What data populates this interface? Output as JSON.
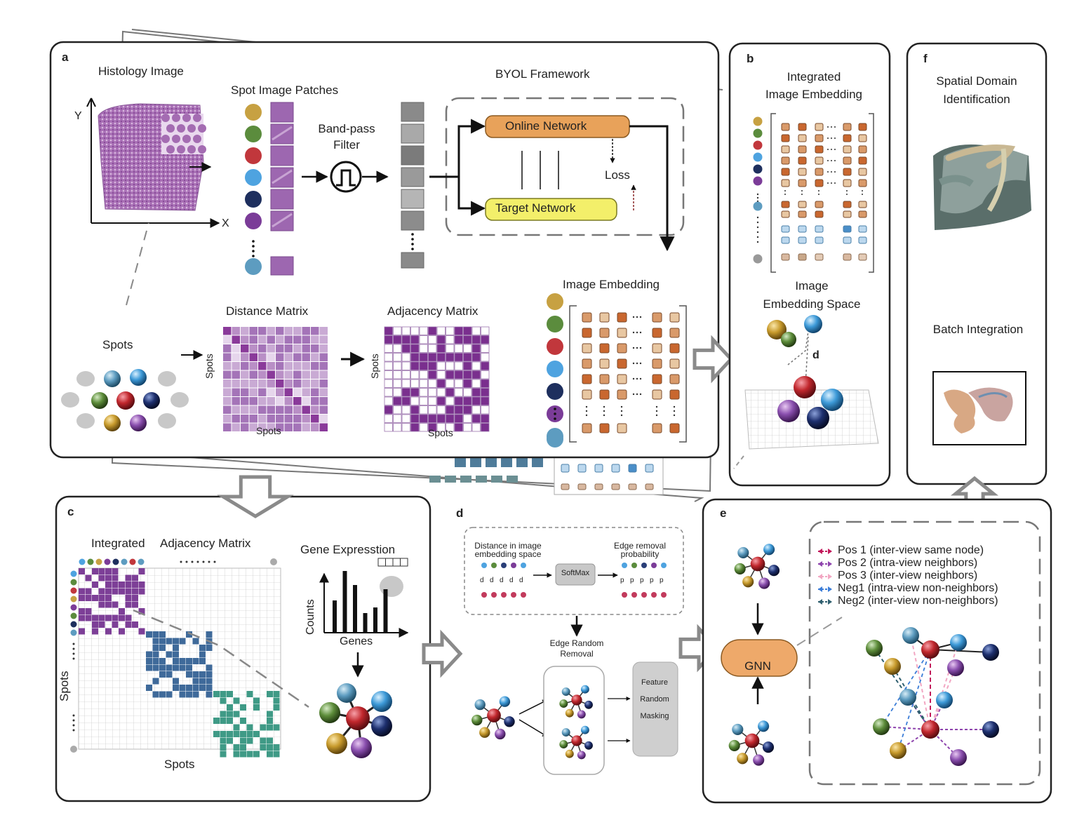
{
  "panel_a": {
    "letter": "a",
    "histology_title": "Histology Image",
    "axis_y": "Y",
    "axis_x": "X",
    "patches_title": "Spot Image Patches",
    "bandpass_line1": "Band-pass",
    "bandpass_line2": "Filter",
    "byol_title": "BYOL Framework",
    "online_network": "Online Network",
    "target_network": "Target Network",
    "loss": "Loss",
    "image_embedding_title": "Image Embedding",
    "spots_title": "Spots",
    "distance_title": "Distance Matrix",
    "adjacency_title": "Adjacency Matrix",
    "dist_axis_y": "Spots",
    "dist_axis_x": "Spots",
    "adj_axis_y": "Spots",
    "adj_axis_x": "Spots"
  },
  "panel_b": {
    "letter": "b",
    "title_line1": "Integrated",
    "title_line2": "Image Embedding",
    "space_line1": "Image",
    "space_line2": "Embedding Space",
    "distance_label": "d"
  },
  "panel_c": {
    "letter": "c",
    "integrated_label": "Integrated",
    "adjacency_label": "Adjacency Matrix",
    "axis_y": "Spots",
    "axis_x": "Spots",
    "gene_title": "Gene Expresstion",
    "counts_label": "Counts",
    "genes_label": "Genes"
  },
  "panel_d": {
    "letter": "d",
    "distance_line1": "Distance in image",
    "distance_line2": "embedding space",
    "softmax": "SoftMax",
    "edge_prob_line1": "Edge removal",
    "edge_prob_line2": "probability",
    "edge_random_line1": "Edge Random",
    "edge_random_line2": "Removal",
    "feature_line1": "Feature",
    "feature_line2": "Random",
    "feature_line3": "Masking"
  },
  "panel_e": {
    "letter": "e",
    "gnn": "GNN",
    "legend": [
      {
        "label": "Pos 1 (inter-view same node)",
        "color": "#c2185b"
      },
      {
        "label": "Pos 2 (intra-view neighbors)",
        "color": "#8e44ad"
      },
      {
        "label": "Pos 3 (inter-view neighbors)",
        "color": "#f2a7c3"
      },
      {
        "label": "Neg1 (intra-view non-neighbors)",
        "color": "#3b7dd8"
      },
      {
        "label": "Neg2 (inter-view non-neighbors)",
        "color": "#2f5f6f"
      }
    ]
  },
  "panel_f": {
    "letter": "f",
    "spatial_line1": "Spatial Domain",
    "spatial_line2": "Identification",
    "batch": "Batch Integration"
  },
  "colors": {
    "orange_box": "#e8a25a",
    "yellow_box": "#f3ef6a",
    "purple": "#8a4a9c",
    "blue_block": "#3f6a9a",
    "teal_block": "#3f9a86",
    "gnn": "#eea96a",
    "gray_arrow": "#8a8a8a"
  },
  "icons": [
    "bandpass-filter-icon",
    "hollow-arrow-icon",
    "ball-graph-icon"
  ]
}
